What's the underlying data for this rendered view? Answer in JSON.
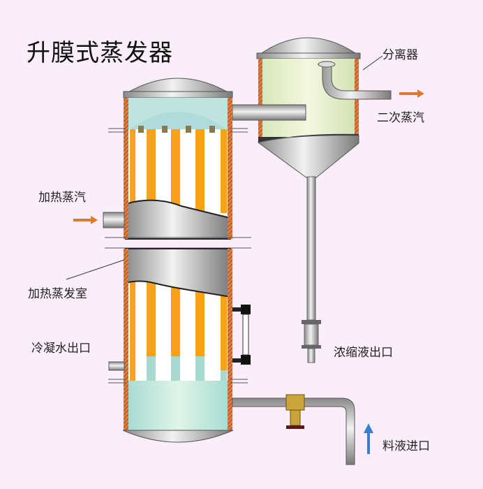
{
  "title": "升膜式蒸发器",
  "labels": {
    "separator": "分离器",
    "secondary_steam": "二次蒸汽",
    "heating_steam": "加热蒸汽",
    "heating_chamber": "加热蒸发室",
    "condensate_outlet": "冷凝水出口",
    "concentrate_outlet": "浓缩液出口",
    "feed_inlet": "料液进口"
  },
  "colors": {
    "background": "#fbeefb",
    "tube": "#f7a21a",
    "shell": "#b8b8b8",
    "liquid": "#bfe8df",
    "wall": "#c0622a",
    "arrow_out": "#e07a2a",
    "arrow_in": "#3a7fd0"
  }
}
